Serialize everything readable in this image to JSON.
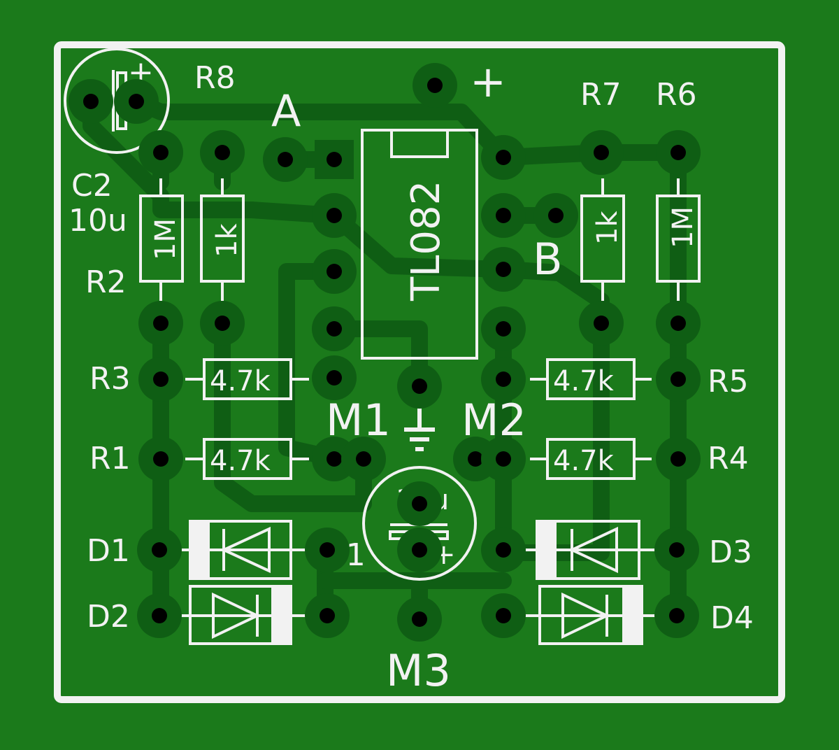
{
  "components": {
    "ic": {
      "ref": "TL082"
    },
    "resistors": [
      {
        "ref": "R8",
        "value": ""
      },
      {
        "ref": "R2",
        "value": "1M"
      },
      {
        "ref": "R7",
        "value": "1k"
      },
      {
        "ref": "R6",
        "value": "1M"
      },
      {
        "ref": "R3",
        "value": "4.7k"
      },
      {
        "ref": "R1",
        "value": "4.7k"
      },
      {
        "ref": "R5",
        "value": "4.7k"
      },
      {
        "ref": "R4",
        "value": "4.7k"
      }
    ],
    "r8_value": "1k",
    "capacitors": [
      {
        "ref": "C2",
        "value": "10u"
      },
      {
        "ref": "C1",
        "value": "10u"
      }
    ],
    "diodes": [
      "D1",
      "D2",
      "D3",
      "D4"
    ]
  },
  "connectors": {
    "a": "A",
    "b": "B",
    "plus": "+",
    "m1": "M1",
    "m2": "M2",
    "m3": "M3"
  },
  "polarity": {
    "plus": "+"
  },
  "colors": {
    "board": "#1b7a1b",
    "copper": "#0f5e14",
    "silkscreen": "#f2f2f2",
    "hole": "#000000"
  }
}
